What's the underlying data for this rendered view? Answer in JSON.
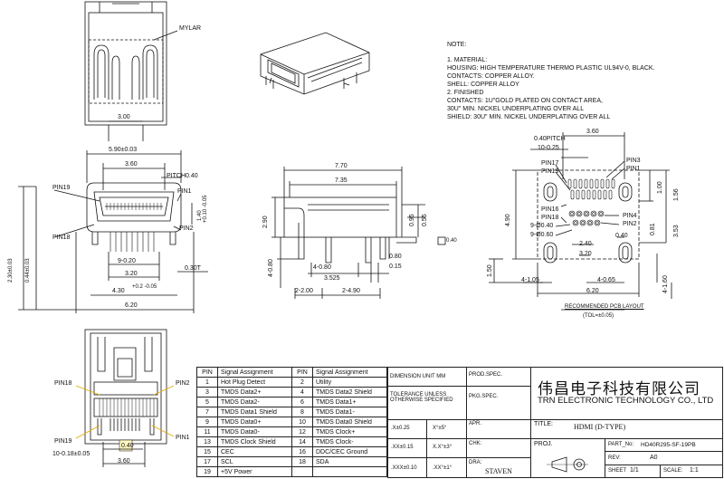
{
  "notes": {
    "heading": "NOTE:",
    "lines": [
      "1. MATERIAL:",
      "    HOUSING: HIGH TEMPERATURE THERMO  PLASTIC UL94V-0, BLACK.",
      "    CONTACTS: COPPER ALLOY.",
      "    SHELL: COPPER ALLOY",
      "2. FINISHED",
      "    CONTACTS: 1U\"GOLD PLATED ON CONTACT AREA,",
      "          30U\" MIN. NICKEL UNDERPLATING OVER ALL",
      "   SHIELD: 30U\" MIN. NICKEL UNDERPLATING OVER ALL"
    ]
  },
  "top_view": {
    "label": "MYLAR",
    "dim": "3.00"
  },
  "front_view": {
    "w1": "5.90±0.03",
    "w2": "3.60",
    "pitch": "PITCH0.40",
    "pin19": "PIN19",
    "pin1": "PIN1",
    "pin18": "PIN18",
    "pin2": "PIN2",
    "h1": "1.40",
    "h1tol": "+0.10\n-0.05",
    "p9": "9-0.20",
    "w320": "3.20",
    "t030": "0.30T",
    "w430": "4.30",
    "w430tol": "+0.2\n-0.05",
    "w620": "6.20",
    "hl1": "2.30±0.03",
    "hl2": "0.44±0.03"
  },
  "side_view": {
    "w770": "7.70",
    "w735": "7.35",
    "h290": "2.90",
    "h055": "0.55",
    "h095": "0.95",
    "h080b": "0.80",
    "h015": "0.15",
    "d4080": "4-0.80",
    "d4080b": "4-0.80",
    "d3525": "3.525",
    "d2200": "2-2.00",
    "d2490": "2-4.90",
    "tag": "0.40"
  },
  "pcb_layout": {
    "pitch": "0.40PITCH",
    "p1025": "10-0.25",
    "w360": "3.60",
    "pin3": "PIN3",
    "pin1": "PIN1",
    "pin17": "PIN17",
    "pin19": "PIN19",
    "pin16": "PIN16",
    "pin18": "PIN18",
    "pin4": "PIN4",
    "pin2": "PIN2",
    "h100": "1.00",
    "h156": "1.56",
    "h490": "4.90",
    "h353": "3.53",
    "h081": "0.81",
    "h150": "1.50",
    "h4160": "4-1.60",
    "p9040": "9-Ø0.40",
    "p9060": "9-Ø0.60",
    "d240": "2.40",
    "d320": "3.20",
    "d040": "0.40",
    "d4105": "4-1.05",
    "d4065": "4-0.65",
    "d620": "6.20",
    "caption": "RECOMMENDED PCB LAYOUT",
    "tol": "(TOL=±0.05)"
  },
  "bottom_view": {
    "pin18": "PIN18",
    "pin2": "PIN2",
    "pin19": "PIN19",
    "pin1": "PIN1",
    "w040": "0.40",
    "p10": "10-0.18±0.05",
    "w360": "3.60"
  },
  "pin_table": {
    "headers": [
      "PIN",
      "Signal Assignment",
      "PIN",
      "Signal Assignment"
    ],
    "rows": [
      [
        "1",
        "Hot Plug Detect",
        "2",
        "Utility"
      ],
      [
        "3",
        "TMDS Data2+",
        "4",
        "TMDS Data2 Shield"
      ],
      [
        "5",
        "TMDS Data2-",
        "6",
        "TMDS Data1+"
      ],
      [
        "7",
        "TMDS Data1 Shield",
        "8",
        "TMDS Data1-"
      ],
      [
        "9",
        "TMDS Data0+",
        "10",
        "TMDS Data0 Shield"
      ],
      [
        "11",
        "TMDS Data0-",
        "12",
        "TMDS Clock+"
      ],
      [
        "13",
        "TMDS Clock Shield",
        "14",
        "TMDS Clock-"
      ],
      [
        "15",
        "CEC",
        "16",
        "DDC/CEC Ground"
      ],
      [
        "17",
        "SCL",
        "18",
        "SDA"
      ],
      [
        "19",
        "+5V Power",
        "",
        ""
      ]
    ]
  },
  "title_block": {
    "dimension_unit": "DIMENSION UNIT MM",
    "tolerance": "TOLERANCE UNLESS\nOTHERWISE SPECIFIED",
    "tol1_a": ".X±0.25",
    "tol1_b": "X°±5°",
    "tol2_a": ".XX±0.15",
    "tol2_b": "X.X°±3°",
    "tol3_a": ".XXX±0.10",
    "tol3_b": ".XX°±1°",
    "prod_spec": "PROD.SPEC.",
    "pkg_spec": "PKG.SPEC.",
    "apr": "APR.",
    "chk": "CHK:",
    "dra": "DRA:",
    "dra_name": "STAVEN",
    "company_cn": "伟昌电子科技有限公司",
    "company_en": "TRN ELECTRONIC TECHNOLOGY CO., LTD",
    "title_lbl": "TITLE:",
    "title_val": "HDMI (D-TYPE)",
    "proj": "PROJ.",
    "part_no_lbl": "PART_No:",
    "part_no_val": "HD40R295-SF-19PB",
    "rev_lbl": "REV:",
    "rev_val": "A0",
    "sheet_lbl": "SHEET",
    "sheet_val": "1/1",
    "scale_lbl": "SCALE:",
    "scale_val": "1:1"
  }
}
